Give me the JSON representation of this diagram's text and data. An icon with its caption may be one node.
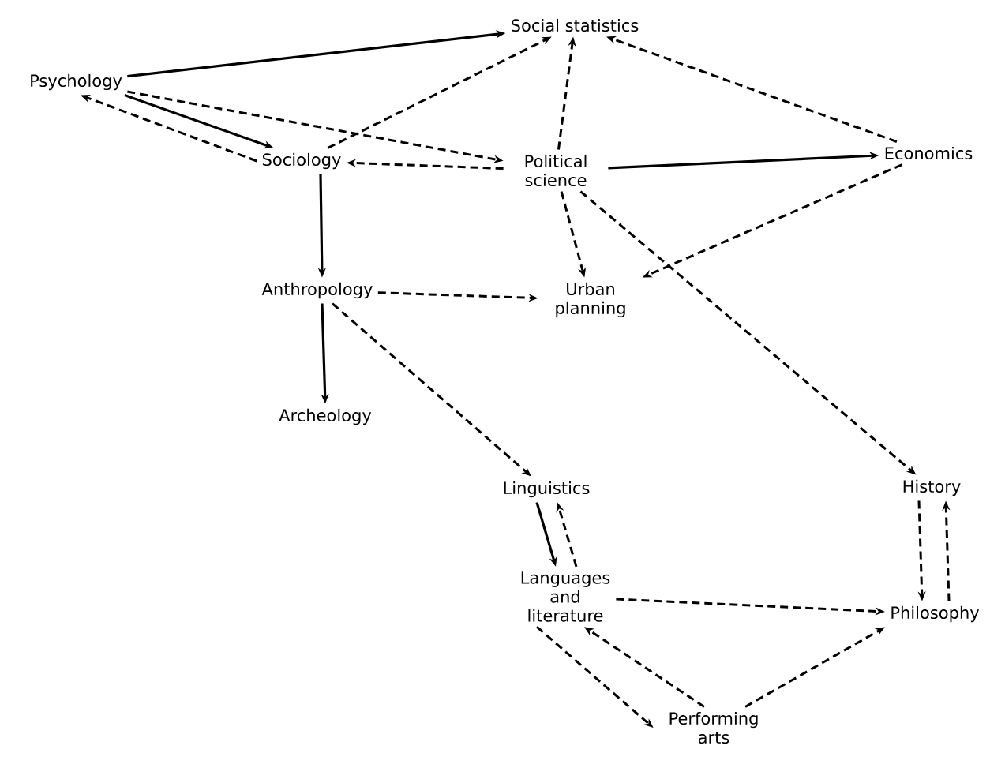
{
  "diagram": {
    "nodes": [
      {
        "text": [
          "Psychology"
        ]
      },
      {
        "text": [
          "Social statistics"
        ]
      },
      {
        "text": [
          "Sociology"
        ]
      },
      {
        "text": [
          "Political science"
        ]
      },
      {
        "text": [
          "Economics"
        ]
      },
      {
        "text": [
          "Anthropology"
        ]
      },
      {
        "text": [
          "Urban planning"
        ]
      },
      {
        "text": [
          "Archeology"
        ]
      },
      {
        "text": [
          "Linguistics"
        ]
      },
      {
        "text": [
          "History"
        ]
      },
      {
        "text": [
          "Languages and literature"
        ]
      },
      {
        "text": [
          "Philosophy"
        ]
      },
      {
        "text": [
          "Performing arts"
        ]
      }
    ],
    "edges": [
      {
        "from": 0,
        "to": 1,
        "arrow": "to"
      },
      {
        "from": 0,
        "to": 2,
        "arrow": "to"
      },
      {
        "from": 2,
        "to": 0,
        "arrow": "to",
        "style": "dashed"
      },
      {
        "from": 0,
        "to": 3,
        "arrow": "to",
        "style": "dashed"
      },
      {
        "from": 2,
        "to": 1,
        "arrow": "to",
        "style": "dashed"
      },
      {
        "from": 3,
        "to": 2,
        "arrow": "to",
        "style": "dashed"
      },
      {
        "from": 3,
        "to": 1,
        "arrow": "to",
        "style": "dashed"
      },
      {
        "from": 4,
        "to": 1,
        "arrow": "to",
        "style": "dashed"
      },
      {
        "from": 3,
        "to": 4,
        "arrow": "to"
      },
      {
        "from": 4,
        "to": 6,
        "arrow": "to",
        "style": "dashed"
      },
      {
        "from": 3,
        "to": 6,
        "arrow": "to",
        "style": "dashed"
      },
      {
        "from": 3,
        "to": 9,
        "arrow": "to",
        "style": "dashed"
      },
      {
        "from": 2,
        "to": 5,
        "arrow": "to"
      },
      {
        "from": 5,
        "to": 6,
        "arrow": "to",
        "style": "dashed"
      },
      {
        "from": 5,
        "to": 7,
        "arrow": "to"
      },
      {
        "from": 5,
        "to": 8,
        "arrow": "to",
        "style": "dashed"
      },
      {
        "from": 8,
        "to": 10,
        "arrow": "to"
      },
      {
        "from": 10,
        "to": 8,
        "arrow": "to",
        "style": "dashed"
      },
      {
        "from": 9,
        "to": 11,
        "arrow": "to",
        "style": "dashed"
      },
      {
        "from": 11,
        "to": 9,
        "arrow": "to",
        "style": "dashed"
      },
      {
        "from": 10,
        "to": 11,
        "arrow": "to",
        "style": "dashed"
      },
      {
        "from": 10,
        "to": 12,
        "arrow": "to",
        "style": "dashed"
      },
      {
        "from": 12,
        "to": 10,
        "arrow": "to",
        "style": "dashed"
      },
      {
        "from": 12,
        "to": 11,
        "arrow": "to",
        "style": "dashed"
      }
    ]
  }
}
